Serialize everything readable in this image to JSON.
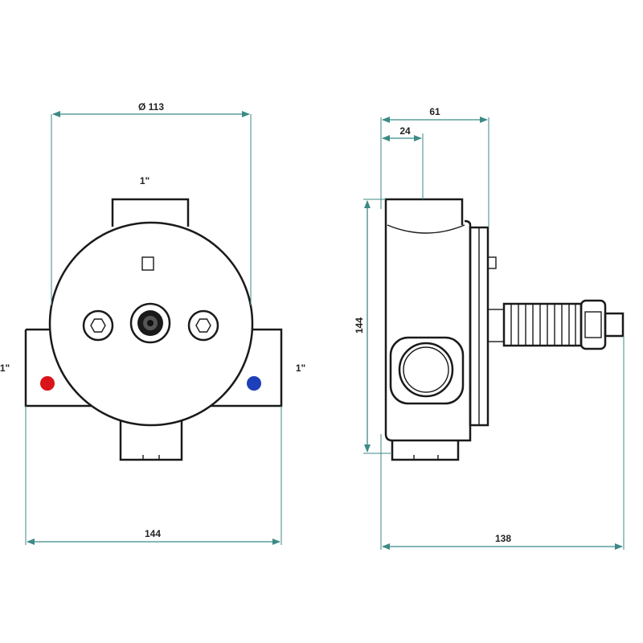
{
  "dimensions": {
    "front_diameter": "Ø 113",
    "front_top_connection": "1\"",
    "front_left_connection": "1\"",
    "front_right_connection": "1\"",
    "front_width": "144",
    "side_depth_total": "61",
    "side_depth_partial": "24",
    "side_height": "144",
    "side_length": "138"
  },
  "colors": {
    "hot_indicator": "#d9141a",
    "cold_indicator": "#1d3fb8",
    "dimension_line": "#3c8a86",
    "outline": "#1a1a1a"
  }
}
